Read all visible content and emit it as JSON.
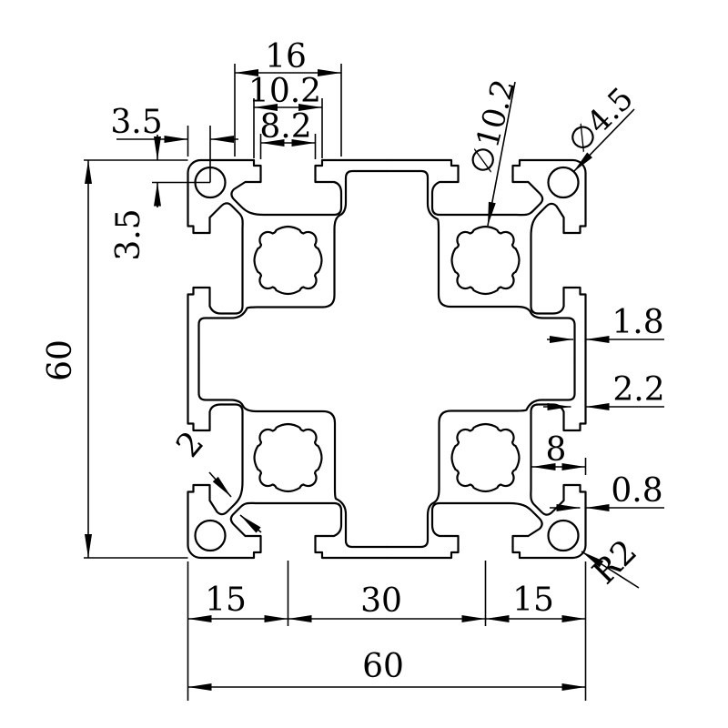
{
  "colors": {
    "line": "#000000",
    "background": "#ffffff"
  },
  "drawing": {
    "type": "extrusion-profile-cross-section",
    "dims": {
      "top_slot_width": "16",
      "top_slot_mid": "10.2",
      "top_slot_opening": "8.2",
      "corner_offset_h": "3.5",
      "corner_offset_v": "3.5",
      "bore_dia": "∅10.2",
      "corner_hole_dia": "∅4.5",
      "overall_height": "60",
      "wall_thickness": "1.8",
      "lip_thickness": "2.2",
      "slot_depth": "8",
      "edge_step": "0.8",
      "web_thickness": "2",
      "corner_radius": "R2",
      "bottom_left_span": "15",
      "bottom_center_span": "30",
      "bottom_right_span": "15",
      "overall_width": "60"
    }
  }
}
